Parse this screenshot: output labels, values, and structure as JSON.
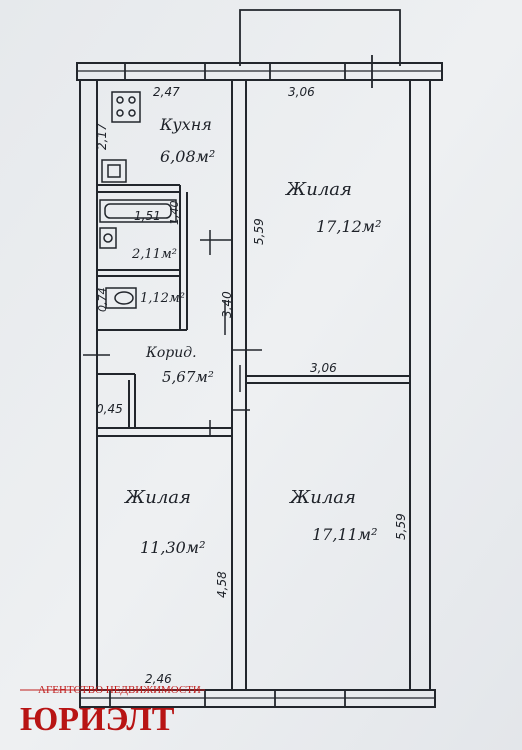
{
  "rooms": {
    "kitchen": {
      "name": "Кухня",
      "area": "6,08м²"
    },
    "living_top": {
      "name": "Жилая",
      "area": "17,12м²"
    },
    "bath": {
      "area": "2,11м²"
    },
    "wc": {
      "area": "1,12м²"
    },
    "corridor": {
      "name": "Корид.",
      "area": "5,67м²"
    },
    "living_bl": {
      "name": "Жилая",
      "area": "11,30м²"
    },
    "living_br": {
      "name": "Жилая",
      "area": "17,11м²"
    }
  },
  "dims": {
    "kitchen_w": "2,47",
    "kitchen_h": "2,17",
    "top_right_w": "3,06",
    "top_right_h": "5,59",
    "bath_w": "1,51",
    "bath_h": "1,40",
    "wc_w": "0,74",
    "wc_d": "3,40",
    "mid_w": "3,06",
    "closet": "0,45",
    "bl_h": "4,58",
    "bl_w": "2,46",
    "br_h": "5,59"
  },
  "watermark": {
    "tagline": "АГЕНТСТВО НЕДВИЖИМОСТИ",
    "brand": "ЮРИЭЛТ"
  }
}
